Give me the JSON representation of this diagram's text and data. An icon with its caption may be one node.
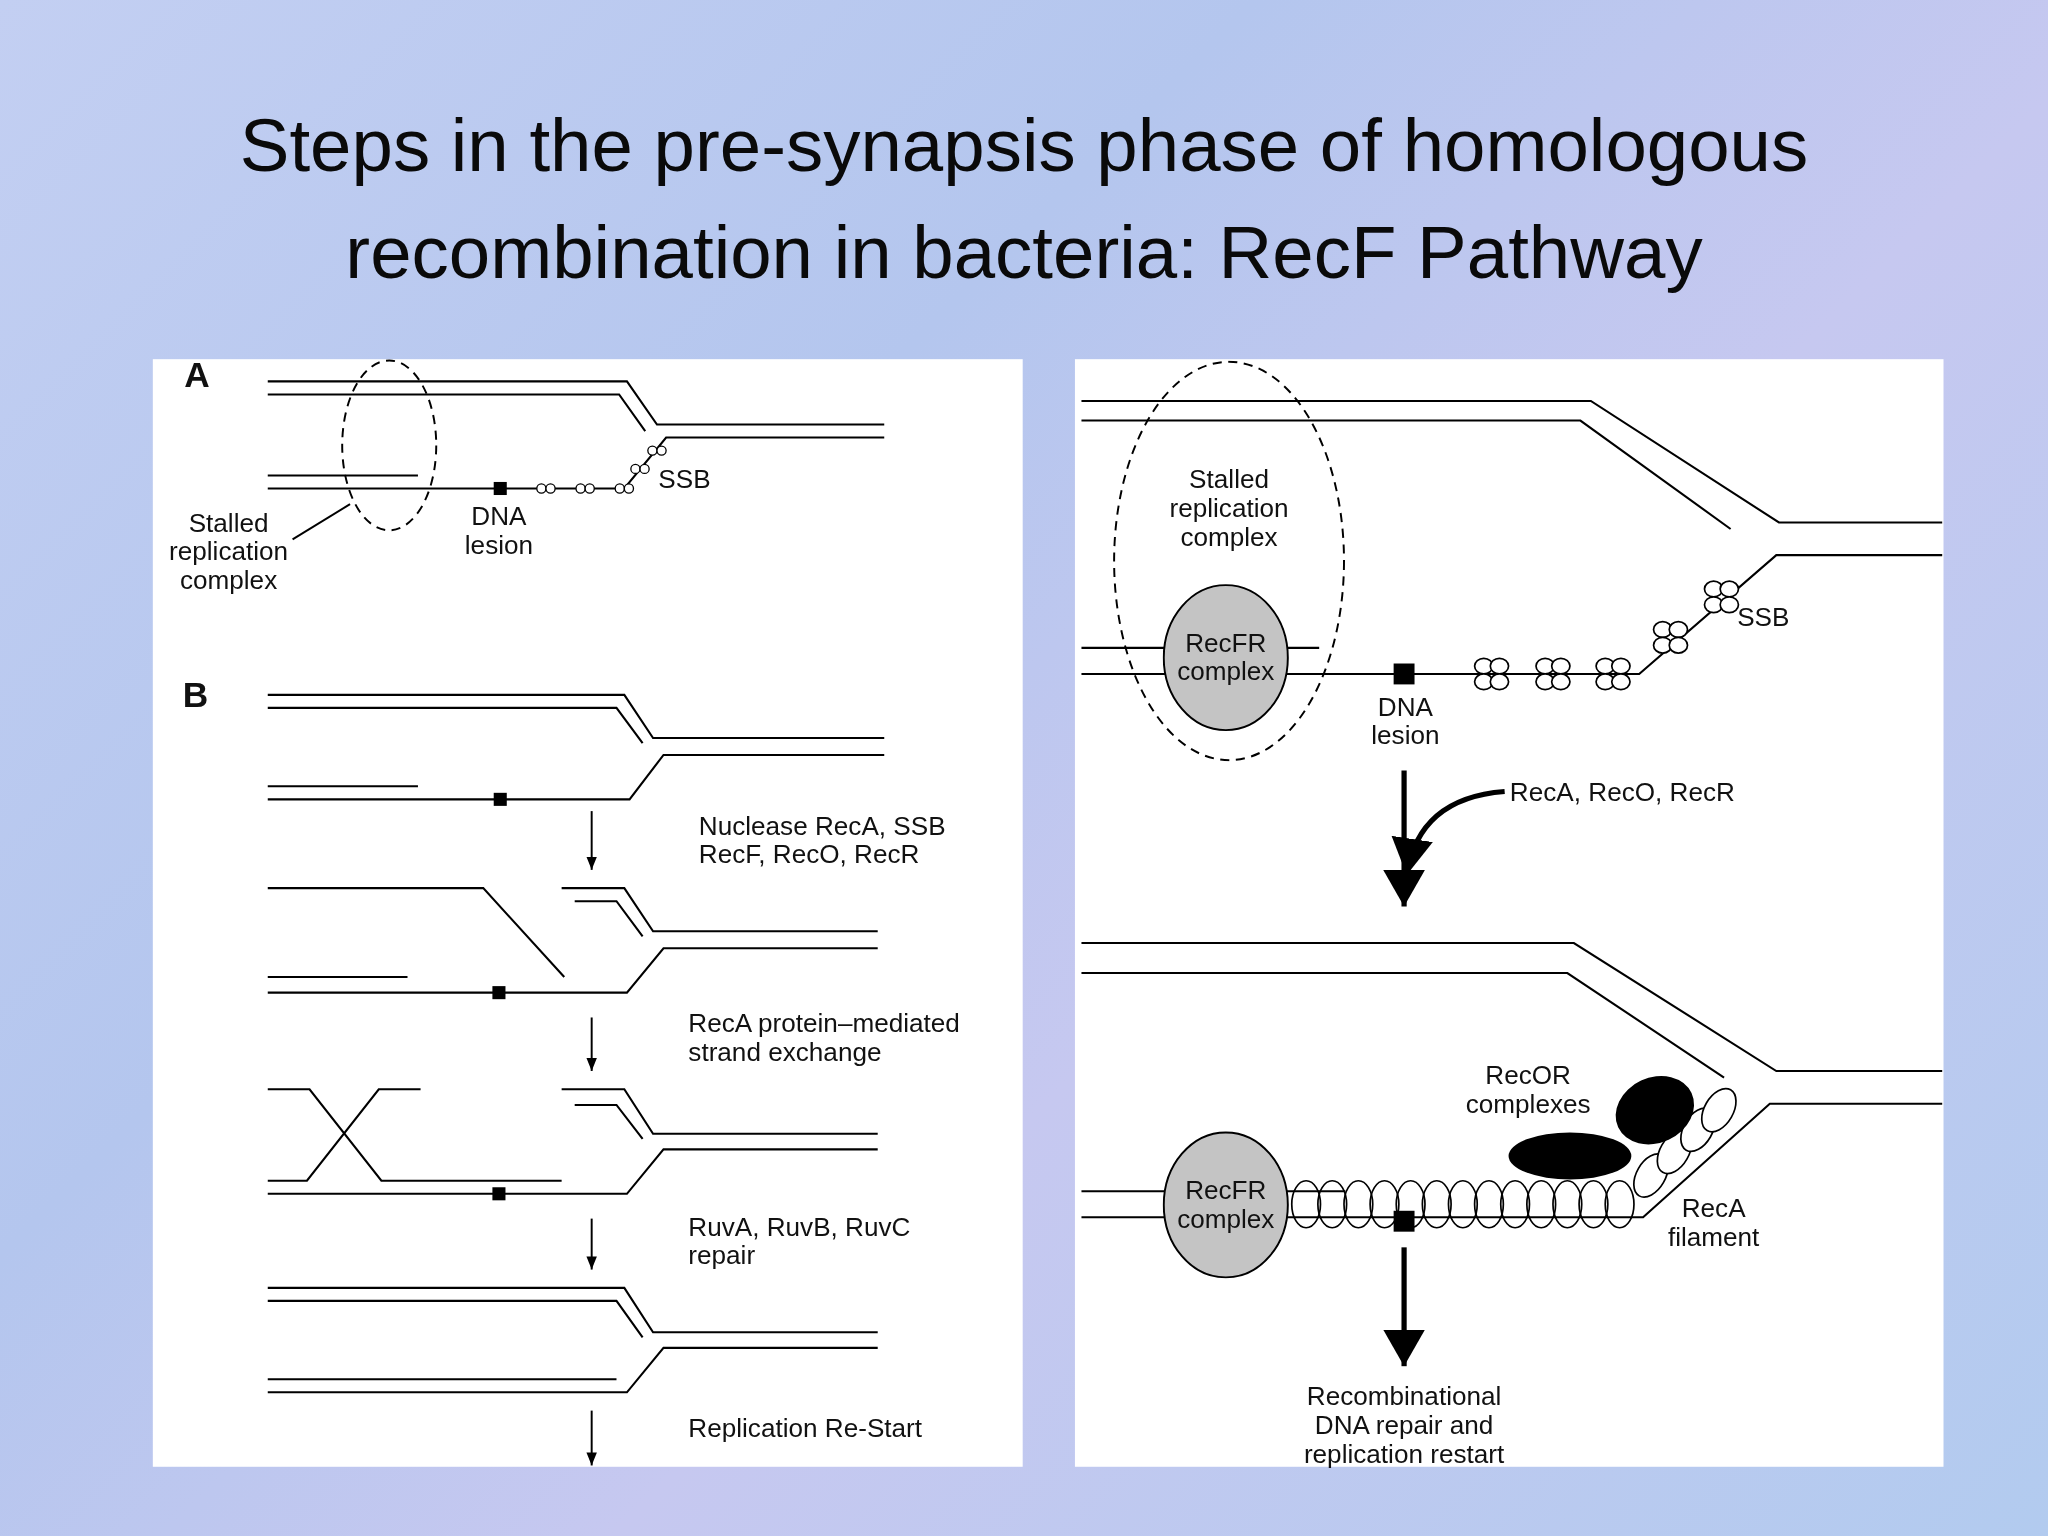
{
  "diagram": {
    "title": "Steps in the pre-synapsis phase of homologous recombination in bacteria: RecF Pathway",
    "nodes": [
      {
        "text": [
          "Stalled replication complex"
        ]
      },
      {
        "text": [],
        "shape": "ellipse"
      },
      {
        "text": [],
        "shape": "drawing"
      },
      {
        "text": [],
        "shape": "drawing"
      },
      {
        "text": [],
        "shape": "drawing"
      },
      {
        "text": [],
        "shape": "drawing"
      },
      {
        "text": [],
        "shape": "drawing"
      },
      {
        "text": [
          "Stalled replication complex"
        ]
      },
      {
        "text": [
          "RecFR complex"
        ],
        "in": 7
      },
      {
        "text": [],
        "shape": "drawing"
      },
      {
        "text": [
          "RecFR complex"
        ]
      },
      {
        "text": [
          "Recombinational DNA repair and replication restart"
        ]
      },
      {
        "text": [
          "RecA, RecO, RecR"
        ]
      }
    ],
    "edges": [
      {
        "from": 0,
        "to": 1,
        "arrow": "none"
      },
      {
        "from": 2,
        "to": 3,
        "arrow": "to",
        "label": "Nuclease RecA, SSB RecF, RecO, RecR"
      },
      {
        "from": 3,
        "to": 4,
        "arrow": "to",
        "label": "RecA protein–mediated strand exchange"
      },
      {
        "from": 4,
        "to": 5,
        "arrow": "to",
        "label": "RuvA, RuvB, RuvC repair"
      },
      {
        "from": 5,
        "to": null,
        "arrow": "to",
        "label": "Replication Re-Start"
      },
      {
        "from": 6,
        "to": 9,
        "arrow": "to",
        "style": "thick"
      },
      {
        "from": 12,
        "to": 9,
        "arrow": "to",
        "style": "thick"
      },
      {
        "from": 9,
        "to": 11,
        "arrow": "to",
        "style": "thick"
      }
    ],
    "labels": [
      "A",
      "SSB",
      "DNA lesion",
      "B",
      "DNA lesion",
      "SSB",
      "RecOR complexes",
      "RecA filament"
    ]
  }
}
